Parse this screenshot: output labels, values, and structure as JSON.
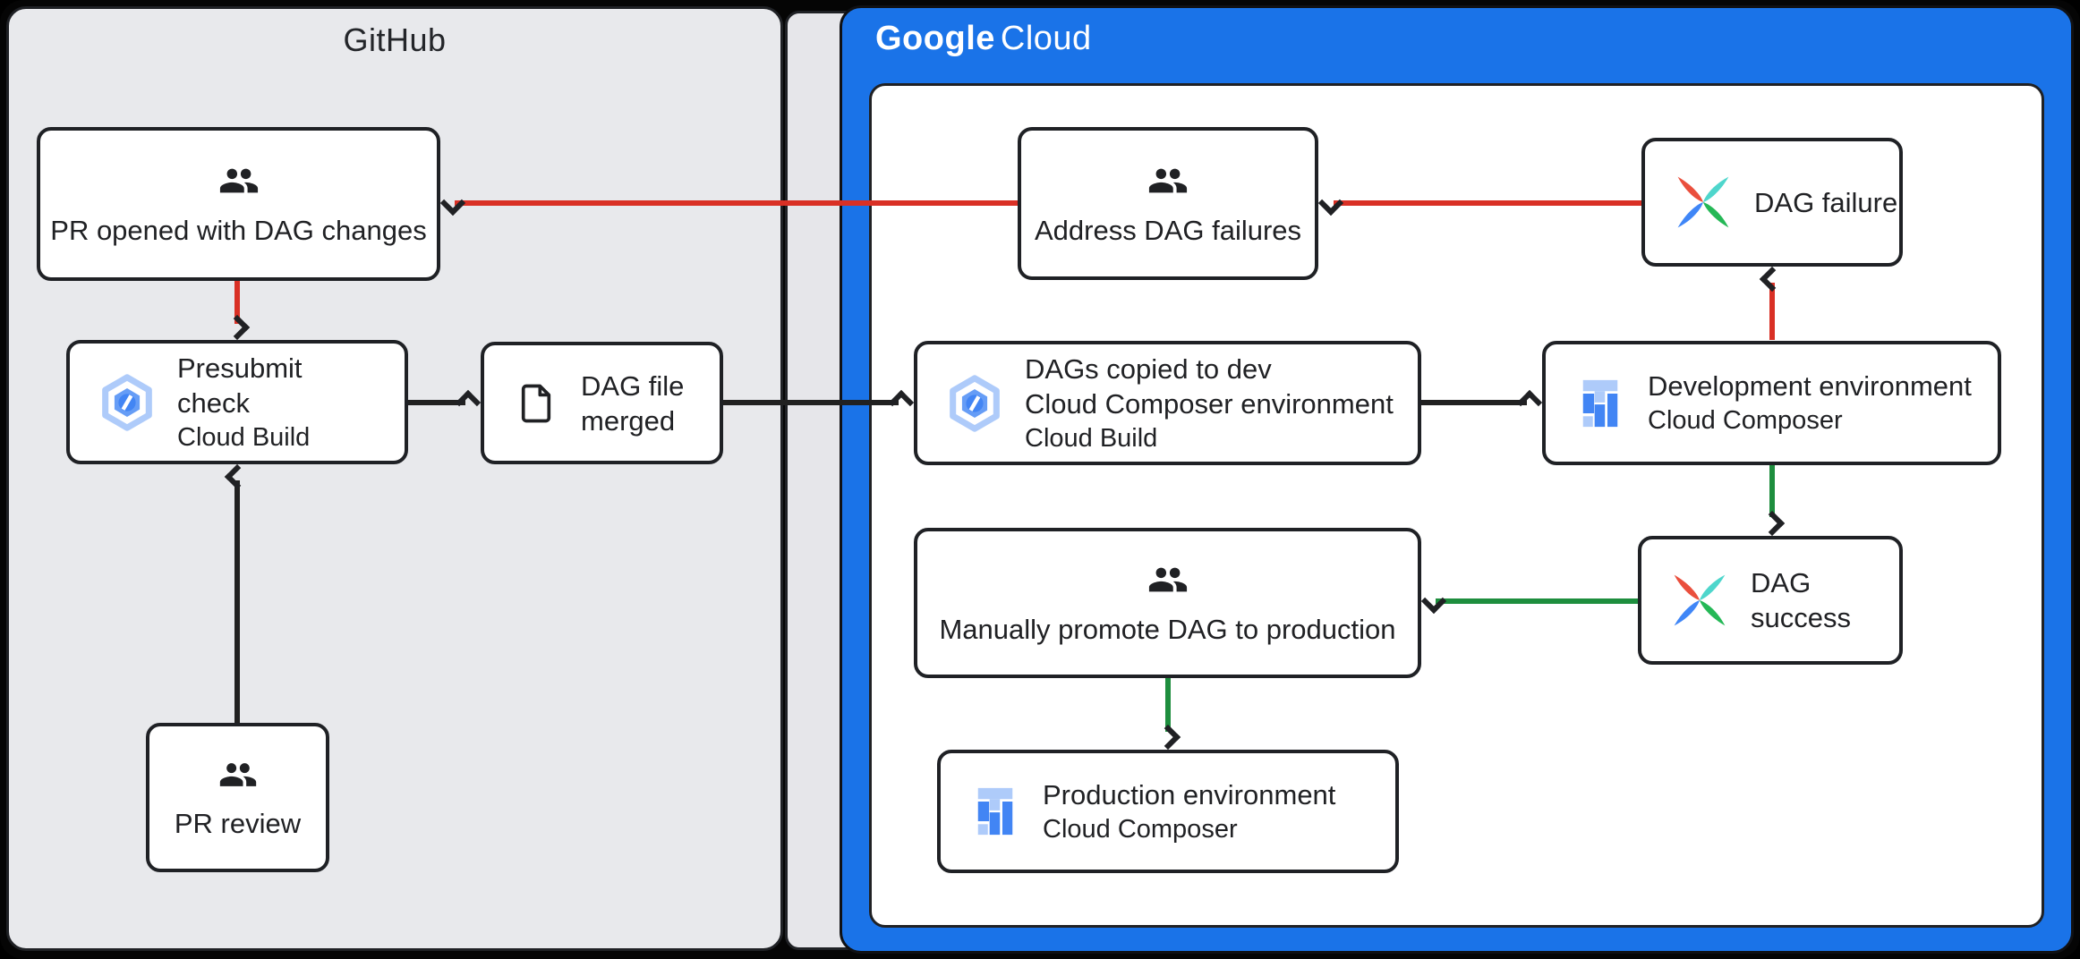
{
  "panels": {
    "github": {
      "title": "GitHub"
    },
    "google_cloud": {
      "brand": "Google",
      "product": "Cloud"
    }
  },
  "nodes": {
    "pr_opened": {
      "label": "PR opened with DAG changes",
      "icon": "people"
    },
    "presubmit": {
      "label": "Presubmit\ncheck",
      "sublabel": "Cloud Build",
      "icon": "cloud-build"
    },
    "dag_merged": {
      "label": "DAG file\nmerged",
      "icon": "document"
    },
    "pr_review": {
      "label": "PR review",
      "icon": "people"
    },
    "address_failures": {
      "label": "Address DAG failures",
      "icon": "people"
    },
    "dag_failure": {
      "label": "DAG failure",
      "icon": "airflow"
    },
    "dags_copied": {
      "label": "DAGs copied to dev\nCloud Composer environment",
      "sublabel": "Cloud Build",
      "icon": "cloud-build"
    },
    "dev_env": {
      "label": "Development environment",
      "sublabel": "Cloud Composer",
      "icon": "cloud-composer"
    },
    "promote": {
      "label": "Manually promote DAG to production",
      "icon": "people"
    },
    "dag_success": {
      "label": "DAG success",
      "icon": "airflow"
    },
    "prod_env": {
      "label": "Production environment",
      "sublabel": "Cloud Composer",
      "icon": "cloud-composer"
    }
  },
  "edges": [
    {
      "from": "dag_failure",
      "to": "address_failures",
      "color": "red"
    },
    {
      "from": "address_failures",
      "to": "pr_opened",
      "color": "red"
    },
    {
      "from": "pr_opened",
      "to": "presubmit",
      "color": "red"
    },
    {
      "from": "pr_review",
      "to": "presubmit",
      "color": "black"
    },
    {
      "from": "presubmit",
      "to": "dag_merged",
      "color": "black"
    },
    {
      "from": "dag_merged",
      "to": "dags_copied",
      "color": "black"
    },
    {
      "from": "dags_copied",
      "to": "dev_env",
      "color": "black"
    },
    {
      "from": "dev_env",
      "to": "dag_failure",
      "color": "red"
    },
    {
      "from": "dev_env",
      "to": "dag_success",
      "color": "green"
    },
    {
      "from": "dag_success",
      "to": "promote",
      "color": "green"
    },
    {
      "from": "promote",
      "to": "prod_env",
      "color": "green"
    }
  ],
  "colors": {
    "google_blue": "#1a73e8",
    "panel_gray": "#e8e9ec",
    "arrow_red": "#d93025",
    "arrow_green": "#1e8e3e",
    "arrow_black": "#212121",
    "box_border": "#1f2125",
    "text": "#202124",
    "build_light": "#aecbfa",
    "build_mid": "#669df6",
    "build_core": "#4285f4"
  }
}
